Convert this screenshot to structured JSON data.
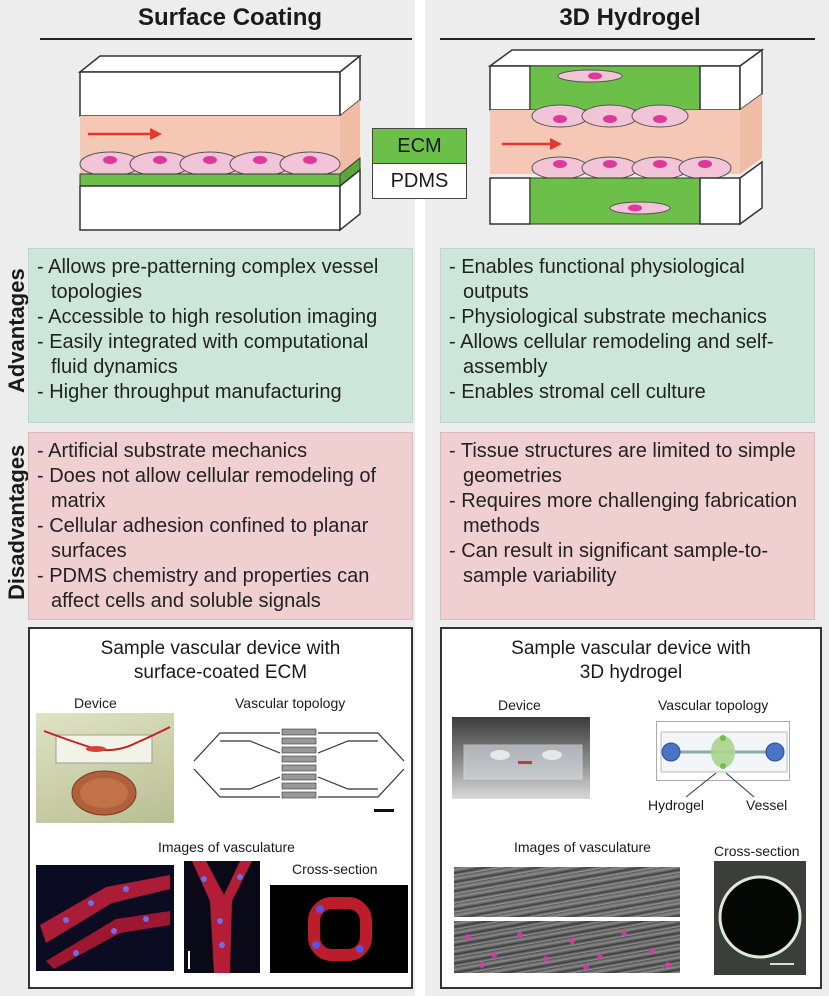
{
  "left": {
    "title": "Surface Coating",
    "advantages": [
      "- Allows pre-patterning complex vessel topologies",
      "- Accessible to high resolution imaging",
      "- Easily integrated with computational fluid dynamics",
      "- Higher throughput manufacturing"
    ],
    "disadvantages": [
      "- Artificial substrate mechanics",
      "- Does not allow cellular remodeling of matrix",
      "- Cellular adhesion confined to planar surfaces",
      "- PDMS chemistry and properties can affect cells and soluble signals"
    ],
    "sample_title_1": "Sample vascular device with",
    "sample_title_2": "surface-coated ECM",
    "device_label": "Device",
    "topology_label": "Vascular topology",
    "images_label": "Images of vasculature",
    "cross_label": "Cross-section"
  },
  "right": {
    "title": "3D Hydrogel",
    "advantages": [
      "- Enables functional physiological outputs",
      "- Physiological substrate mechanics",
      "- Allows cellular remodeling and self-assembly",
      "- Enables stromal cell culture"
    ],
    "disadvantages": [
      "- Tissue structures are limited to simple geometries",
      "- Requires more challenging fabrication methods",
      "- Can result in significant sample-to-sample variability"
    ],
    "sample_title_1": "Sample vascular device with",
    "sample_title_2": "3D hydrogel",
    "device_label": "Device",
    "topology_label": "Vascular topology",
    "hydrogel_label": "Hydrogel",
    "vessel_label": "Vessel",
    "images_label": "Images of vasculature",
    "cross_label": "Cross-section"
  },
  "legend": {
    "ecm": "ECM",
    "pdms": "PDMS",
    "ecm_color": "#6cc04a",
    "pdms_color": "#ffffff"
  },
  "side_labels": {
    "advantages": "Advantages",
    "disadvantages": "Disadvantages"
  },
  "colors": {
    "advantages_bg": "#cde6dc",
    "disadvantages_bg": "#efcfd0",
    "medium": "#f4c8b4",
    "cell": "#f2c4d8",
    "nucleus": "#e0379b",
    "flow_arrow": "#e8382b"
  }
}
